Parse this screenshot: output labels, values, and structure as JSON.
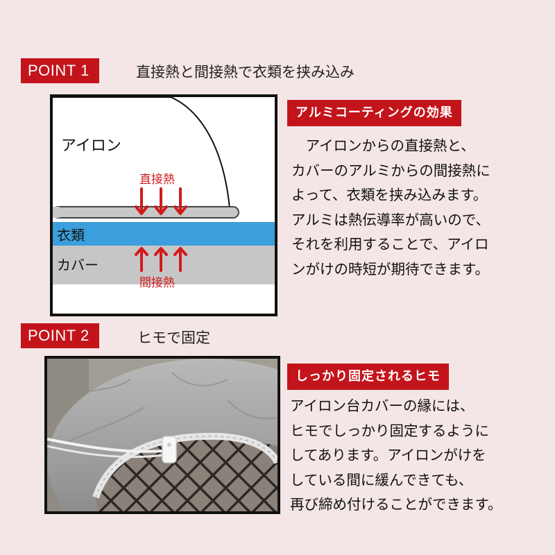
{
  "point1": {
    "badge": "POINT 1",
    "title": "直接熱と間接熱で衣類を挟み込み",
    "diagram": {
      "iron_label": "アイロン",
      "direct_heat_label": "直接熱",
      "clothes_label": "衣類",
      "cover_label": "カバー",
      "indirect_heat_label": "間接熱"
    },
    "header": "アルミコーティングの効果",
    "body": "　アイロンからの直接熱と、\nカバーのアルミからの間接熱に\nよって、衣類を挟み込みます。\nアルミは熱伝導率が高いので、\nそれを利用することで、アイロ\nンがけの時短が期待できます。"
  },
  "point2": {
    "badge": "POINT 2",
    "title": "ヒモで固定",
    "header": "しっかり固定されるヒモ",
    "body": "アイロン台カバーの縁には、\nヒモでしっかり固定するように\nしてあります。アイロンがけを\nしている間に緩んできても、\n再び締め付けることができます。"
  },
  "colors": {
    "accent_red": "#c4141b",
    "arrow_red": "#d11a1a",
    "clothes_blue": "#3a9fdc",
    "cover_gray": "#c6c6c6",
    "background": "#f4e6e6"
  }
}
